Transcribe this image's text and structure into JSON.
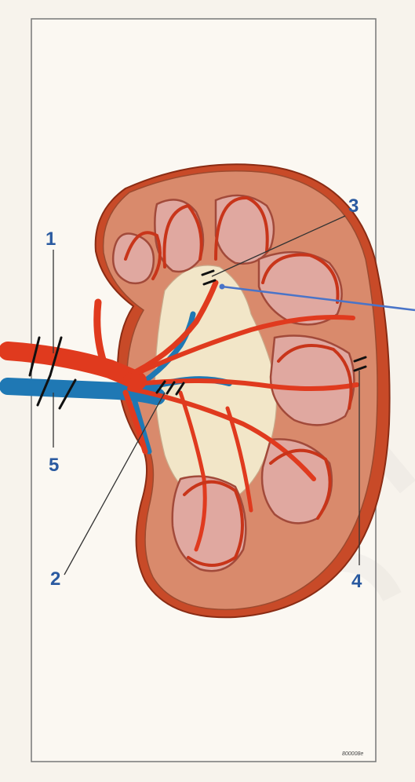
{
  "callouts": {
    "c1": "1",
    "c2": "2",
    "c3": "3",
    "c4": "4",
    "c5": "5"
  },
  "figure_code": "800008e",
  "colors": {
    "artery": "#e03a1e",
    "artery_outline": "#a8200f",
    "vein": "#1f78b4",
    "cortex": "#d98a6c",
    "cortex_outline": "#9c4a2f",
    "medulla": "#e0a8a0",
    "sinus": "#f2e6c8",
    "capsule": "#c84a28",
    "callout_text": "#2a5aa0",
    "pointer_line": "#4a74c8",
    "panel_border": "#777777",
    "background": "#f7f3ec"
  },
  "icons": {
    "ligature_mark": "double-slash",
    "watermark": "faint-large-letters"
  }
}
